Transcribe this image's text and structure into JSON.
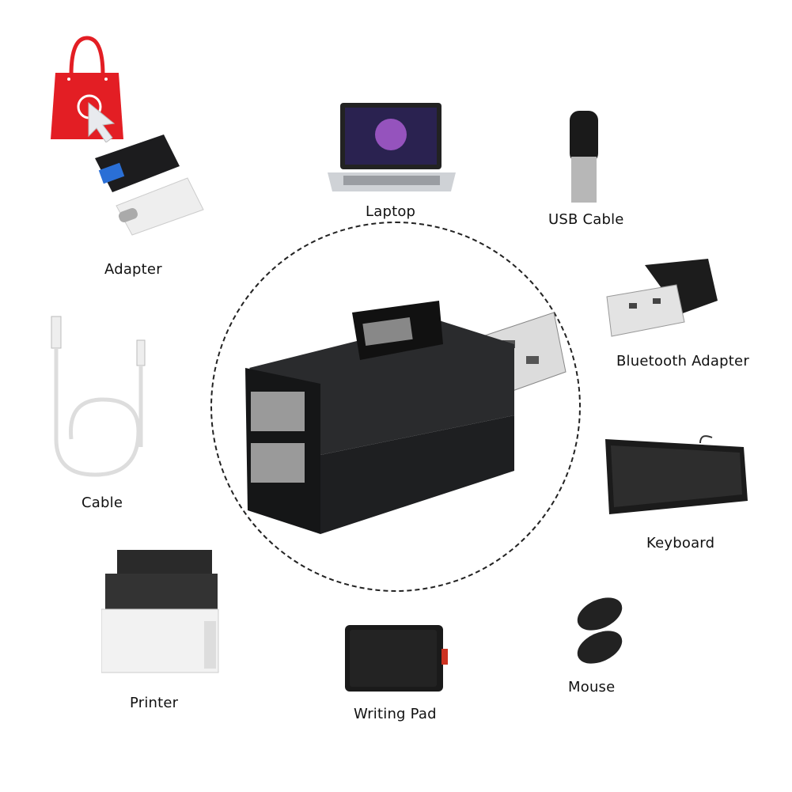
{
  "labels": {
    "laptop": "Laptop",
    "usb_cable": "USB Cable",
    "adapter": "Adapter",
    "bluetooth_adapter": "Bluetooth Adapter",
    "cable": "Cable",
    "keyboard": "Keyboard",
    "printer": "Printer",
    "writing_pad": "Writing Pad",
    "mouse": "Mouse"
  },
  "colors": {
    "bag_red": "#e31e24",
    "hub_black": "#1e1f21",
    "circle_dash": "#222222"
  },
  "icons": [
    "shopping-bag-icon",
    "cursor-icon"
  ]
}
